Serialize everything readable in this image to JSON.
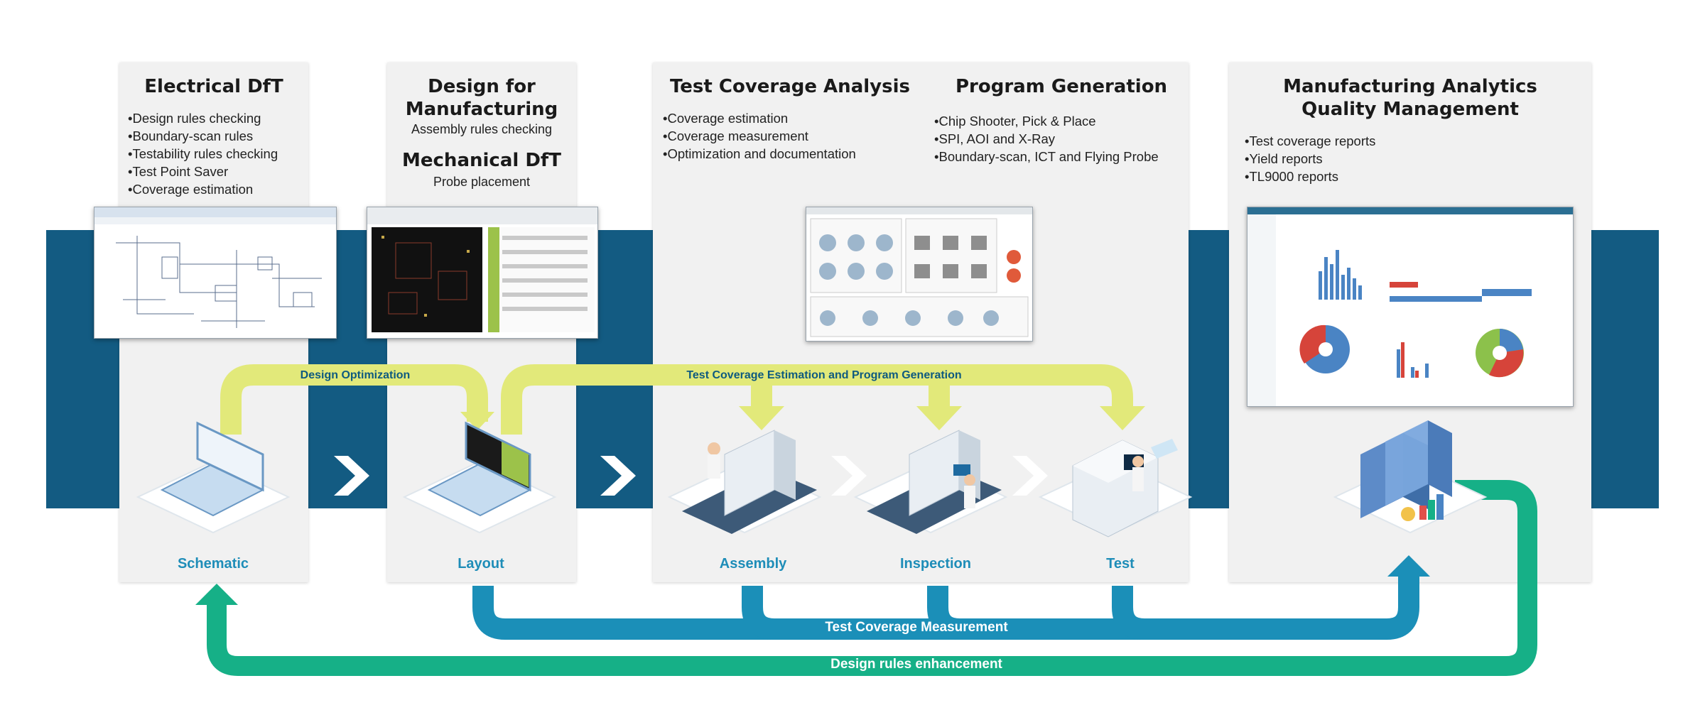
{
  "panels": {
    "electrical": {
      "title": "Electrical DfT",
      "bullets": [
        "Design rules checking",
        "Boundary-scan rules",
        "Testability rules checking",
        "Test Point Saver",
        "Coverage estimation"
      ]
    },
    "manufacturing": {
      "title": "Design for Manufacturing",
      "subtitle": "Assembly rules checking",
      "title2": "Mechanical DfT",
      "subtitle2": "Probe placement"
    },
    "coverage": {
      "title": "Test Coverage Analysis",
      "bullets": [
        "Coverage estimation",
        "Coverage measurement",
        "Optimization and documentation"
      ]
    },
    "program": {
      "title": "Program Generation",
      "bullets": [
        "Chip Shooter, Pick & Place",
        "SPI, AOI and X-Ray",
        "Boundary-scan, ICT and Flying Probe"
      ]
    },
    "analytics": {
      "title": "Manufacturing Analytics Quality Management",
      "bullets": [
        "Test coverage reports",
        "Yield reports",
        "TL9000 reports"
      ]
    }
  },
  "stages": [
    "Schematic",
    "Layout",
    "Assembly",
    "Inspection",
    "Test"
  ],
  "flows": {
    "design_optimization": "Design Optimization",
    "coverage_estimation": "Test Coverage Estimation and Program Generation",
    "coverage_measurement": "Test Coverage Measurement",
    "rules_enhancement": "Design rules enhancement"
  },
  "colors": {
    "band_dark": "#135b82",
    "band_light": "#7b9db1",
    "panel": "#f1f1f1",
    "yellow_arrow": "#e2e97a",
    "blue_arrow": "#1b8fb8",
    "green_arrow": "#16b087",
    "stage_label": "#1e8db8"
  },
  "icons": [
    "laptop-schematic-icon",
    "laptop-layout-icon",
    "assembly-machine-icon",
    "inspection-machine-icon",
    "test-machine-icon",
    "server-analytics-icon",
    "chevron-right-icon"
  ]
}
